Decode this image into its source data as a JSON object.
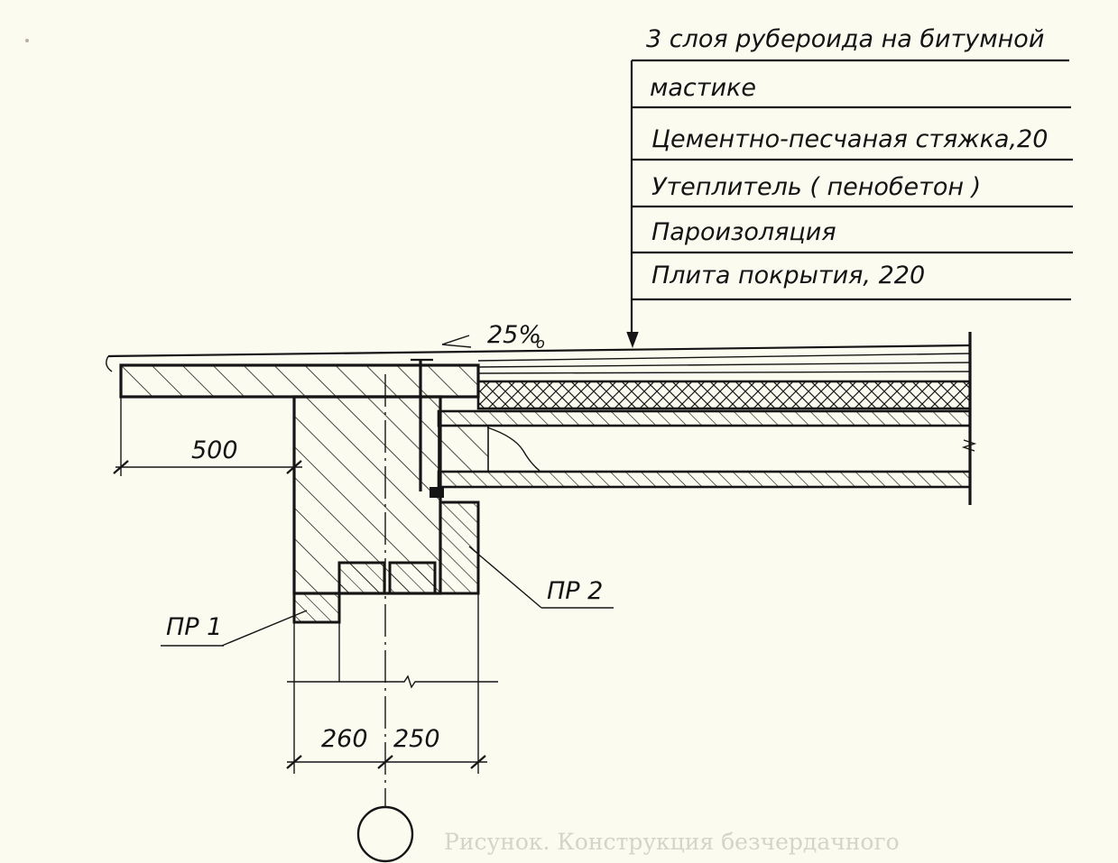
{
  "layers": [
    "3 слоя  рубероида на битумной",
    "мастике",
    "Цементно-песчаная стяжка,20",
    "Утеплитель ( пенобетон )",
    "Пароизоляция",
    "Плита  покрытия, 220"
  ],
  "slope": "25%",
  "slope_subscript": "о",
  "dimensions": {
    "overhang": "500",
    "left_width": "260",
    "right_width": "250"
  },
  "labels": {
    "pr1": "ПР 1",
    "pr2": "ПР 2"
  },
  "bleed_through_caption": "Рисунок. Конструкция безчердачного"
}
